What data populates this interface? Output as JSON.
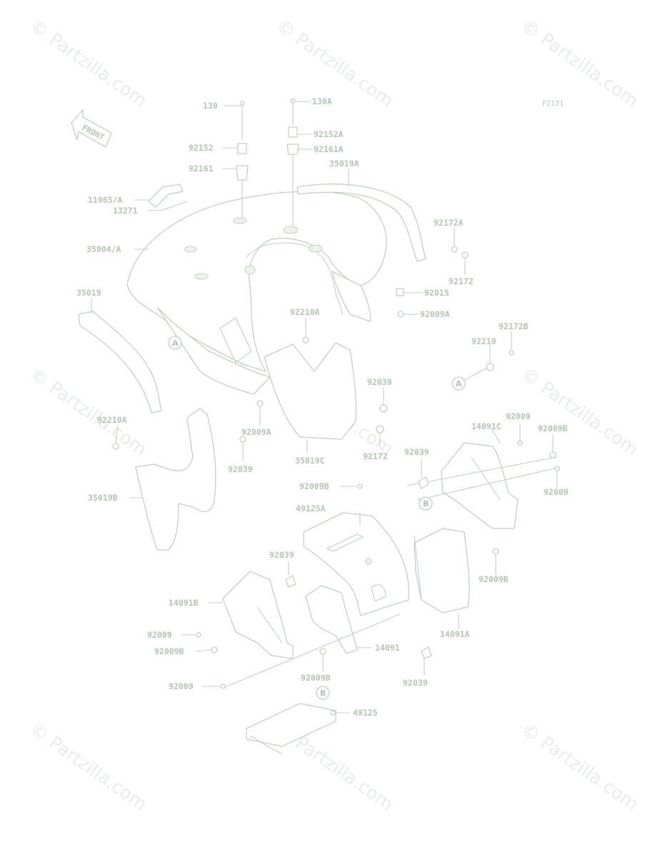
{
  "diagram": {
    "code": "F2171",
    "front_label": "FRONT",
    "watermark": "© Partzilla.com",
    "callout_a": "A",
    "callout_b": "B"
  },
  "labels": {
    "p130": "130",
    "p130A": "130A",
    "p92152A": "92152A",
    "p92152": "92152",
    "p92161A": "92161A",
    "p92161": "92161",
    "p35019A": "35019A",
    "p11065A": "11065/A",
    "p13271": "13271",
    "p92172A": "92172A",
    "p35004A": "35004/A",
    "p92172a": "92172",
    "p92015": "92015",
    "p35019": "35019",
    "p92210A": "92210A",
    "p92009A": "92009A",
    "p92172B": "92172B",
    "p92210": "92210",
    "p92039a": "92039",
    "p92009Aa": "92009A",
    "p92210Aa": "92210A",
    "p35019C": "35019C",
    "p92172b": "92172",
    "p92039b": "92039",
    "p92009a": "92009",
    "p14091C": "14091C",
    "p92009Ba": "92009B",
    "p92039c": "92039",
    "p92009b": "92009",
    "p35019B": "35019B",
    "p92009Bb": "92009B",
    "p49125A": "49125A",
    "p92039d": "92039",
    "p92009Bc": "92009B",
    "p14091B": "14091B",
    "p92009c": "92009",
    "p92009Bd": "92009B",
    "p14091": "14091",
    "p14091A": "14091A",
    "p92009Be": "92009B",
    "p92039e": "92039",
    "p92009d": "92009",
    "p49125": "49125"
  }
}
